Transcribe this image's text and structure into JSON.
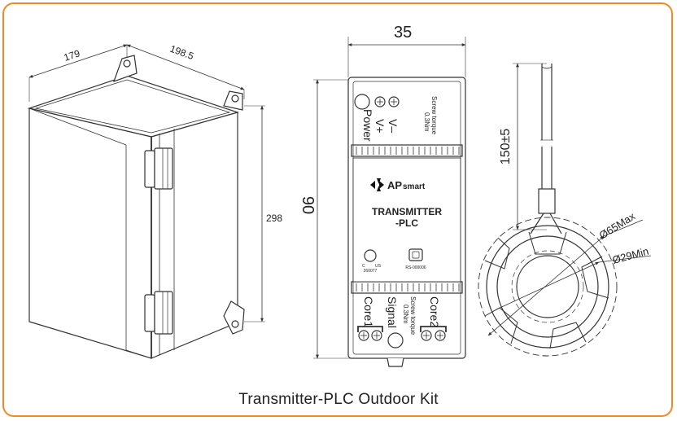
{
  "colors": {
    "frame": "#f08a24",
    "line": "#333333"
  },
  "enclosure": {
    "dim_width": "179",
    "dim_depth": "198.5",
    "dim_height": "298"
  },
  "transmitter": {
    "dim_width": "35",
    "dim_height": "90",
    "power_v_minus": "V–",
    "power_v_plus": "V+",
    "power_label": "Power",
    "screw_torque_label": "Screw torque",
    "screw_torque_value": "0.3Nm",
    "brand_name": "APsmart",
    "brand_logo_letters": "AP",
    "brand_logo_suffix": "smart",
    "product_line1": "TRANSMITTER",
    "product_line2": "-PLC",
    "cert_number": "260077",
    "cert_c": "C",
    "cert_us": "US",
    "rs_code": "RS-000006",
    "core1_label": "Core1",
    "signal_label": "Signal",
    "core2_label": "Core2",
    "screw_torque_label2": "Screw torque",
    "screw_torque_value2": "0.3Nm"
  },
  "ct_ring": {
    "dim_length": "150±5",
    "outer_diameter": "Ø65Max",
    "inner_diameter": "Ø29Min"
  },
  "caption": "Transmitter-PLC Outdoor Kit"
}
